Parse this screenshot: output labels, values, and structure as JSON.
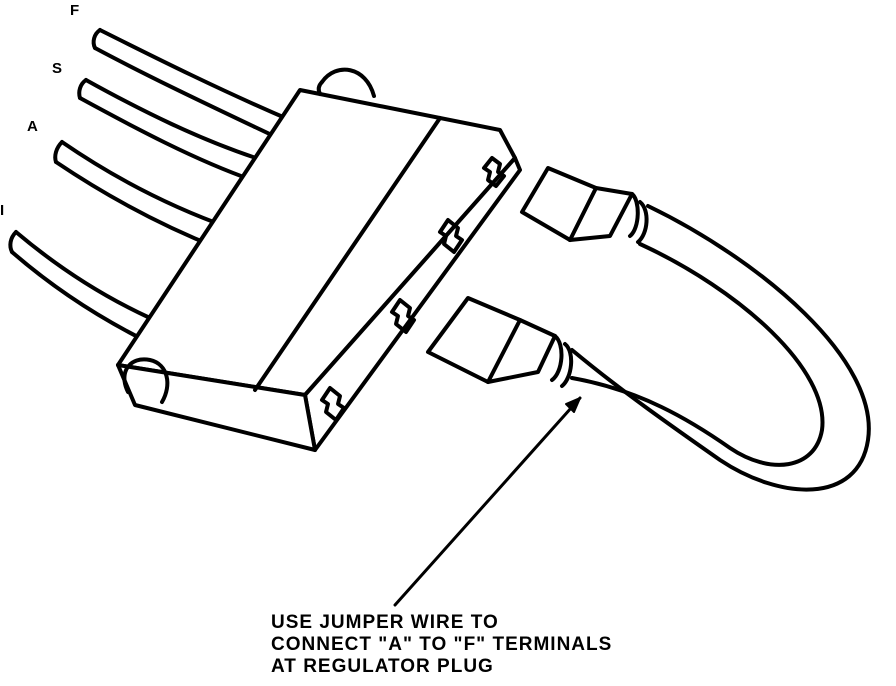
{
  "terminal_labels": {
    "f": "F",
    "s": "S",
    "a": "A",
    "i": "I"
  },
  "caption": {
    "line1": "USE JUMPER WIRE TO",
    "line2": "CONNECT \"A\" TO \"F\" TERMINALS",
    "line3": "AT REGULATOR PLUG"
  },
  "colors": {
    "ink": "#000000",
    "paper": "#ffffff"
  }
}
